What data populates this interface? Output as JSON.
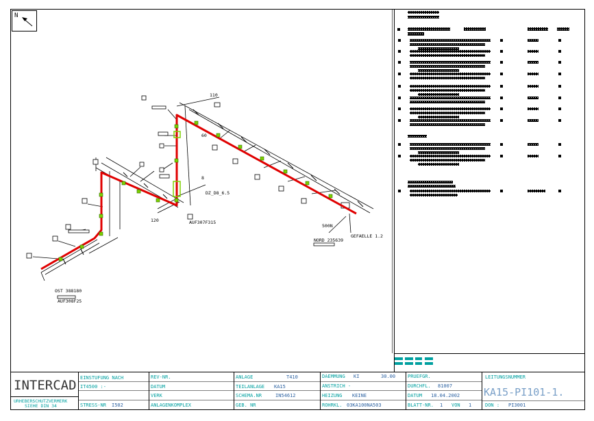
{
  "north_label": "N",
  "iso_labels": {
    "dim_110": "110",
    "dim_60": "60",
    "dim_8": "8",
    "dim_120": "120",
    "pipe_spec": "DZ_D8_6.5",
    "ost_coord": "OST 388180",
    "auf_bottom": "AUF308F25",
    "auf_mid": "AUF307F315",
    "nord_coord": "NORD 235639",
    "gefaelle": "GEFAELLE 1.2",
    "dim_500": "500N"
  },
  "title_block": {
    "logo": "INTERCAD",
    "copyright_1": "URHEBERSCHUTZVERMERK",
    "copyright_2": "SIEHE DIN 34",
    "einstufung_label": "EINSTUFUNG NACH",
    "einstufung_value": "IT4500 :-",
    "stress_label": "STRESS-NR",
    "stress_value": "I502",
    "rev_label": "REV-NR.",
    "datum_label": "DATUM",
    "verk_label": "VERK",
    "anlagenkomplex_label": "ANLAGENKOMPLEX",
    "anlage_label": "ANLAGE",
    "anlage_value": "T410",
    "teilanlage_label": "TEILANLAGE",
    "teilanlage_value": "KA15",
    "schema_label": "SCHEMA.NR",
    "schema_value": "IN54612",
    "geb_label": "GEB. NR",
    "daemmung_label": "DAEMMUNG",
    "daemmung_value": "KI",
    "daemmung_thk": "30.00",
    "anstrich_label": "ANSTRICH -",
    "heizung_label": "HEIZUNG",
    "heizung_value": "KEINE",
    "rohrkl_label": "ROHRKL.",
    "rohrkl_value": "03KA100NA503",
    "pruefgr_label": "PRUEFGR.",
    "durchfl_label": "DURCHFL.",
    "durchfl_value": "81007",
    "datum2_label": "DATUM",
    "datum2_value": "18.04.2002",
    "blatt_label": "BLATT-NR.",
    "blatt_value": "1",
    "von_label": "VON",
    "von_value": "1",
    "leitung_label": "LEITUNGSNUMMER",
    "leitung_value": "KA15-PI101-1.",
    "don_label": "DON :",
    "don_value": "PI3001"
  },
  "colors": {
    "pipe": "#e00000",
    "fitting": "#7ed000",
    "frame": "#000000",
    "title_accent": "#00a0a0",
    "title_text": "#333333"
  }
}
